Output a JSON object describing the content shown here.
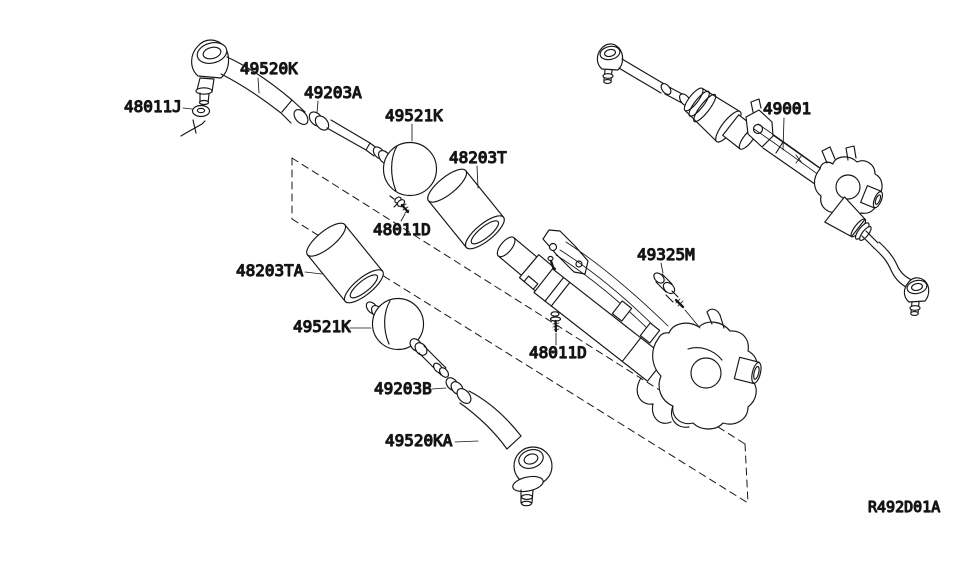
{
  "page": {
    "background": "#ffffff",
    "ink_color": "#161616",
    "ref_code": "R492D01A"
  },
  "parts": [
    {
      "label": "48011J"
    },
    {
      "label": "49520K"
    },
    {
      "label": "49203A"
    },
    {
      "label": "49521K"
    },
    {
      "label": "48203T"
    },
    {
      "label": "48011D"
    },
    {
      "label": "48203TA"
    },
    {
      "label": "49521K"
    },
    {
      "label": "49203B"
    },
    {
      "label": "49520KA"
    },
    {
      "label": "48011D"
    },
    {
      "label": "49325M"
    },
    {
      "label": "49001"
    }
  ]
}
